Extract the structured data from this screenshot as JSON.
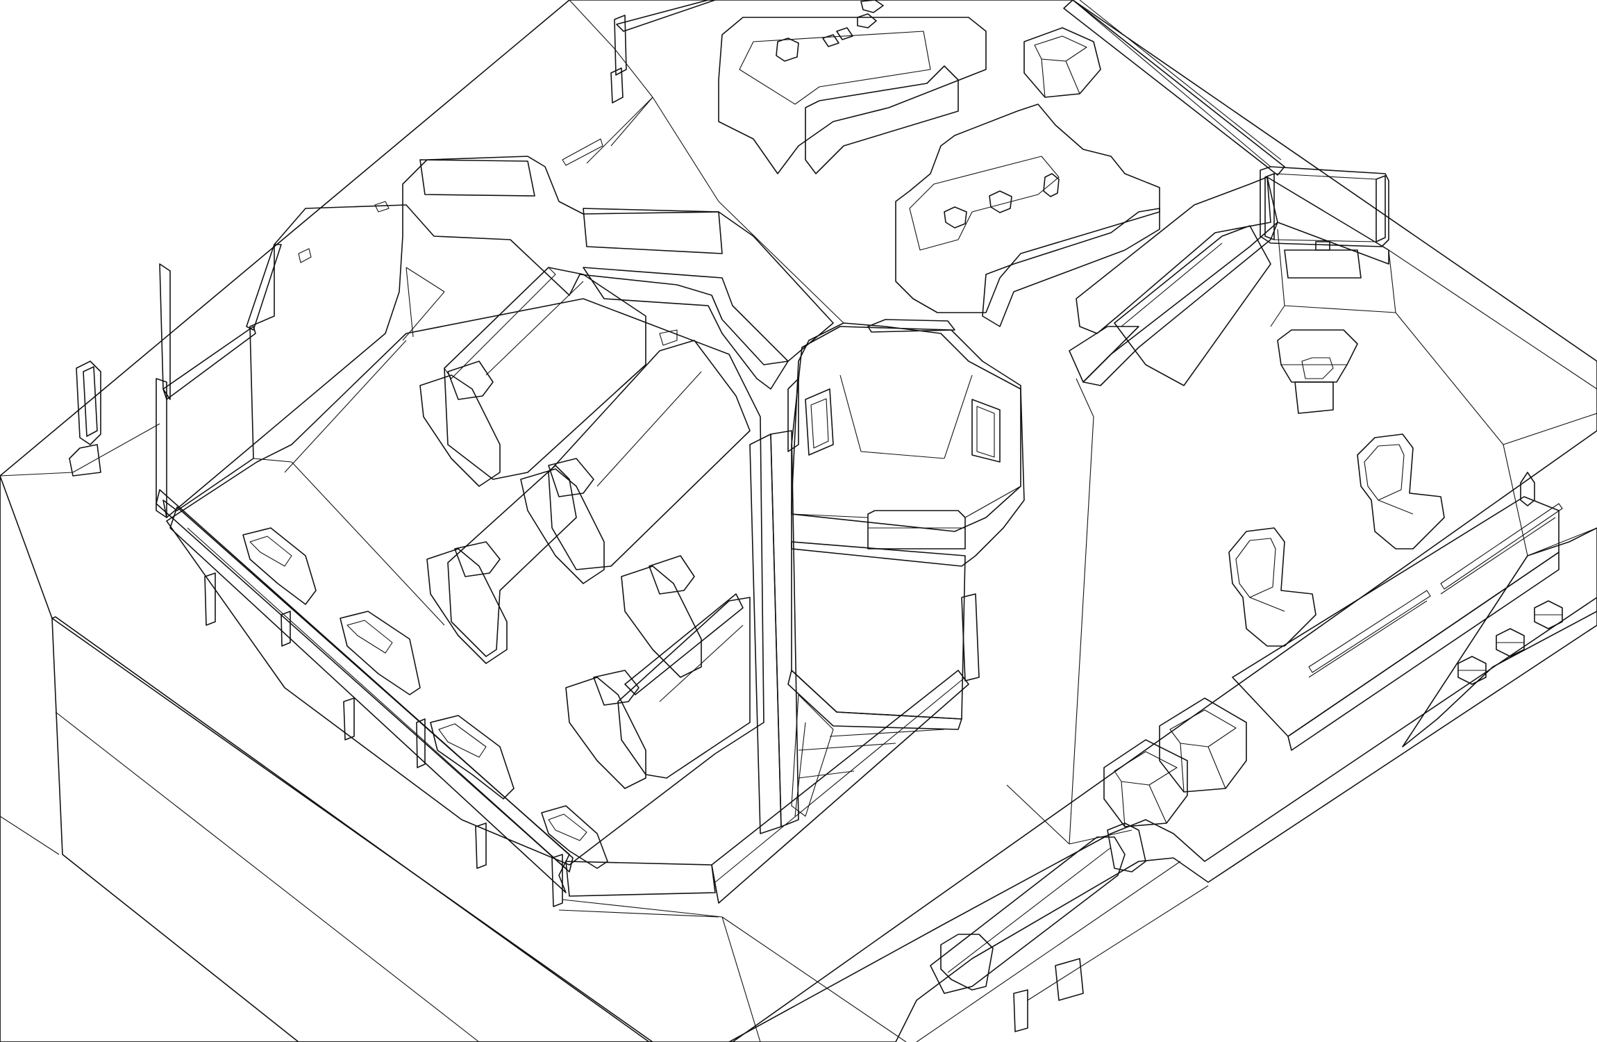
{
  "figure": {
    "kind": "isometric-wireframe-model",
    "subject": "",
    "colors": {
      "surface": "#dde1e1",
      "light": "#ffffff",
      "line": "#111111",
      "background": "#ffffff"
    },
    "objects": [
      {
        "name": "sleep-pod",
        "count": 4
      },
      {
        "name": "central-tower",
        "count": 1
      },
      {
        "name": "control-console",
        "count": 1
      },
      {
        "name": "chair",
        "count": 2
      },
      {
        "name": "table",
        "count": 2
      },
      {
        "name": "crate",
        "count": 3
      },
      {
        "name": "monitor",
        "count": 1
      }
    ]
  }
}
